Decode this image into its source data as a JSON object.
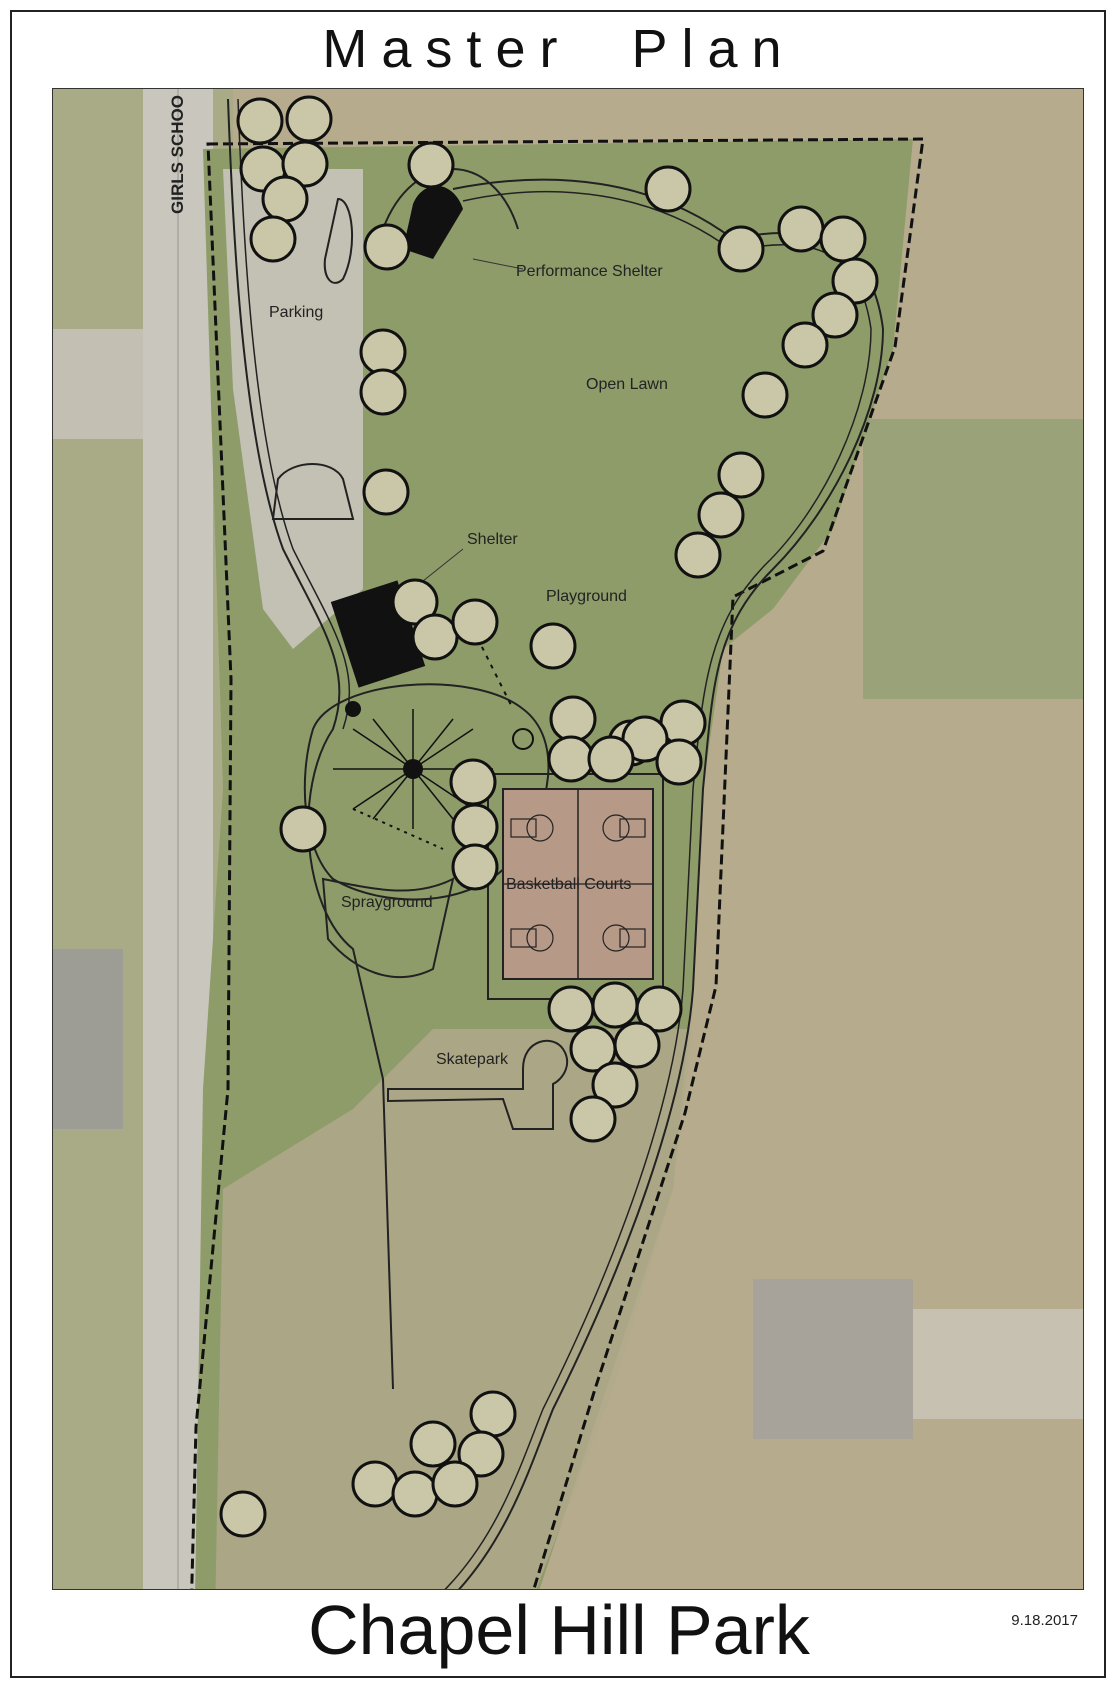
{
  "header": {
    "title_word_1": "Master",
    "title_word_2": "Plan"
  },
  "footer": {
    "park_name": "Chapel Hill Park",
    "date": "9.18.2017"
  },
  "map": {
    "road_label": "GIRLS SCHOO",
    "labels": {
      "performance_shelter": "Performance Shelter",
      "parking": "Parking",
      "open_lawn": "Open Lawn",
      "shelter": "Shelter",
      "playground": "Playground",
      "basketball_courts": "Basketball Courts",
      "sprayground": "Sprayground",
      "skatepark": "Skatepark"
    },
    "colors": {
      "lawn": "#8e9c6a",
      "woods": "#b6ab8c",
      "road": "#c9c6bd",
      "court": "#b79987",
      "tree_fill": "#c9c7a8",
      "outline": "#111111"
    }
  }
}
